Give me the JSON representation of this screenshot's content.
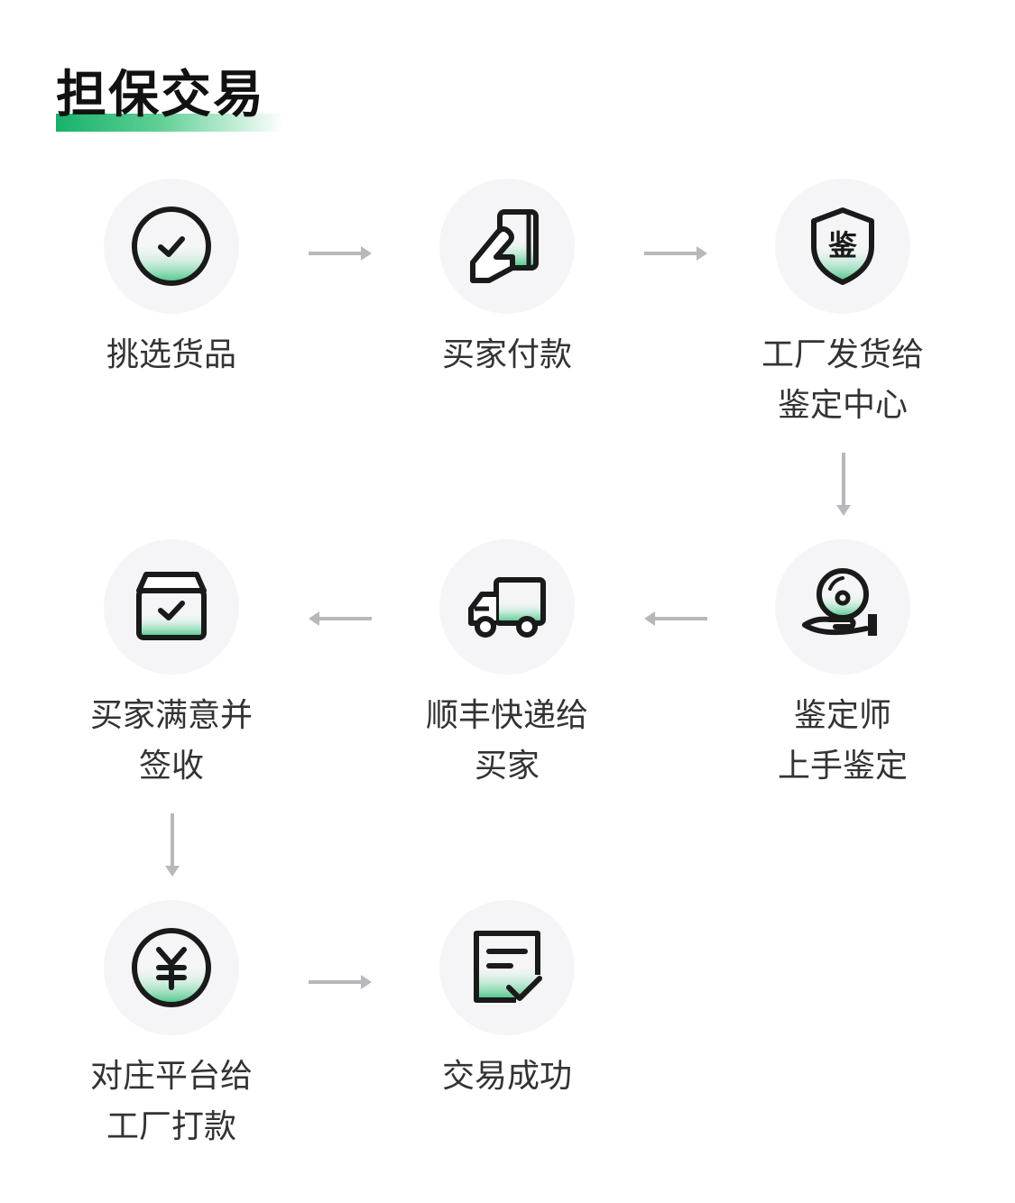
{
  "title": "担保交易",
  "steps": [
    {
      "lines": [
        "挑选货品"
      ],
      "icon": "check-circle-icon"
    },
    {
      "lines": [
        "买家付款"
      ],
      "icon": "card-payment-icon"
    },
    {
      "lines": [
        "工厂发货给",
        "鉴定中心"
      ],
      "icon": "shield-icon",
      "icon_text": "鉴"
    },
    {
      "lines": [
        "鉴定师",
        "上手鉴定"
      ],
      "icon": "hand-holding-disc-icon"
    },
    {
      "lines": [
        "顺丰快递给",
        "买家"
      ],
      "icon": "truck-icon"
    },
    {
      "lines": [
        "买家满意并",
        "签收"
      ],
      "icon": "box-check-icon"
    },
    {
      "lines": [
        "对庄平台给",
        "工厂打款"
      ],
      "icon": "yen-coin-icon"
    },
    {
      "lines": [
        "交易成功"
      ],
      "icon": "document-check-icon"
    }
  ],
  "colors": {
    "accent": "#17b26a",
    "stroke": "#1a1a1a",
    "circle_bg": "#f5f5f7",
    "arrow": "#b8b8bc",
    "label": "#333333"
  }
}
